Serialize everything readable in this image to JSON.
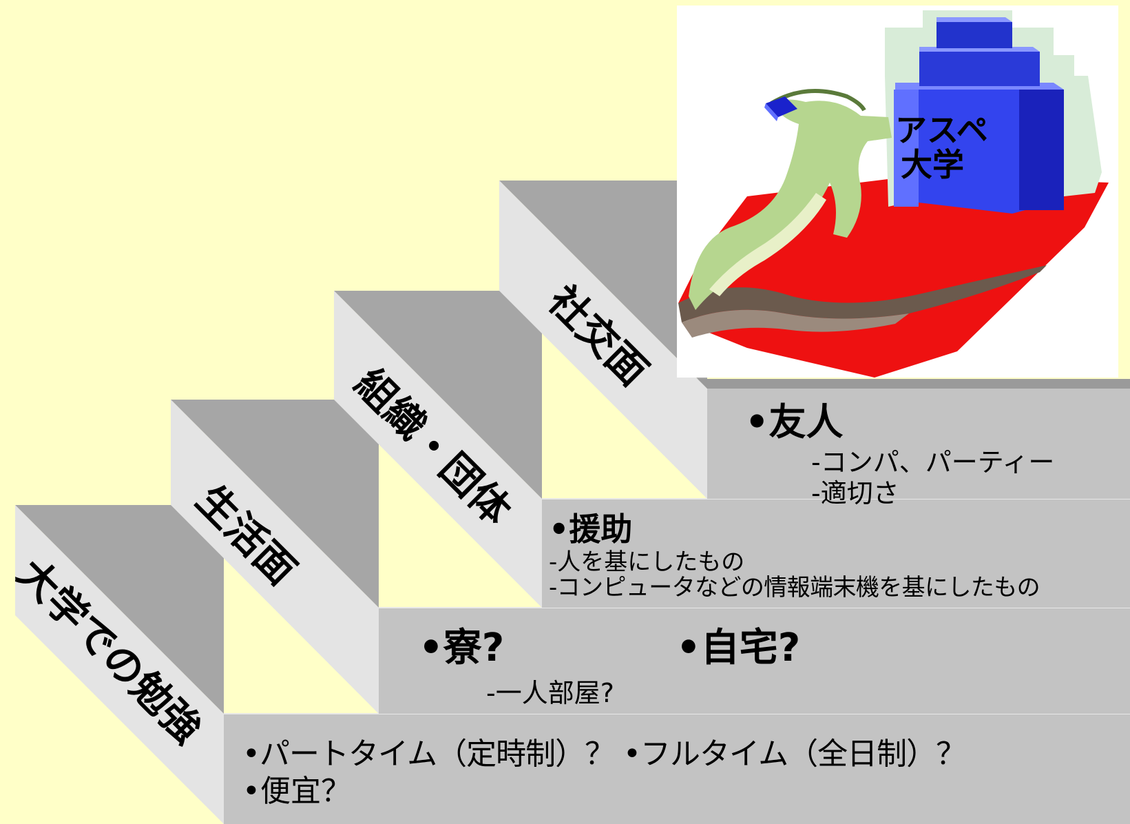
{
  "colors": {
    "background": "#ffffc8",
    "step_top": "#a6a6a6",
    "step_side": "#e4e4e4",
    "step_front": "#c3c3c3",
    "red_ground": "#ee1111",
    "building_blue": "#3344ee"
  },
  "steps": [
    {
      "label": "大学での勉強"
    },
    {
      "label": "生活面"
    },
    {
      "label": "組織・団体"
    },
    {
      "label": "社交面"
    }
  ],
  "study": {
    "line1": "•パートタイム（定時制）？ •フルタイム（全日制）？",
    "line2": "•便宜？"
  },
  "life": {
    "dorm": "•寮?",
    "home": "•自宅?",
    "single_room": "-一人部屋?"
  },
  "org": {
    "heading": "•援助",
    "sub1": "-人を基にしたもの",
    "sub2": "-コンピュータなどの情報端末機を基にしたもの"
  },
  "social": {
    "heading": "•友人",
    "sub1": "-コンパ、パーティー",
    "sub2": "-適切さ"
  },
  "illustration": {
    "building_text_line1": "アスペ",
    "building_text_line2": "大学",
    "icon": "climber-to-building-icon"
  }
}
